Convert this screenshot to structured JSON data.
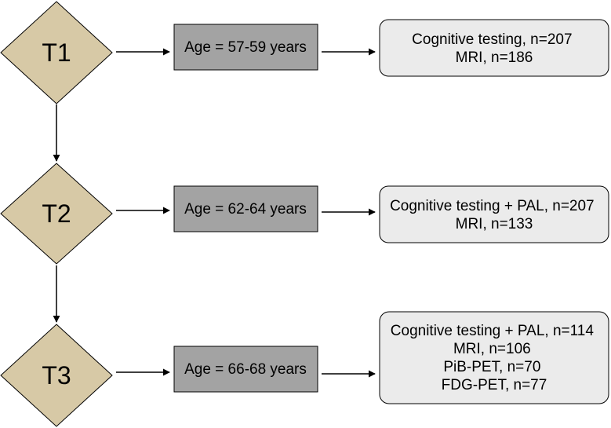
{
  "colors": {
    "diamond_fill": "#d7c9a6",
    "age_box_fill": "#a3a3a3",
    "info_box_fill": "#ebebeb",
    "stroke": "#000000"
  },
  "timepoints": [
    {
      "label": "T1",
      "age": "Age = 57-59 years",
      "lines": [
        "Cognitive testing, n=207",
        "MRI, n=186"
      ]
    },
    {
      "label": "T2",
      "age": "Age = 62-64 years",
      "lines": [
        "Cognitive testing + PAL, n=207",
        "MRI, n=133"
      ]
    },
    {
      "label": "T3",
      "age": "Age = 66-68 years",
      "lines": [
        "Cognitive testing + PAL, n=114",
        "MRI, n=106",
        "PiB-PET, n=70",
        "FDG-PET, n=77"
      ]
    }
  ]
}
